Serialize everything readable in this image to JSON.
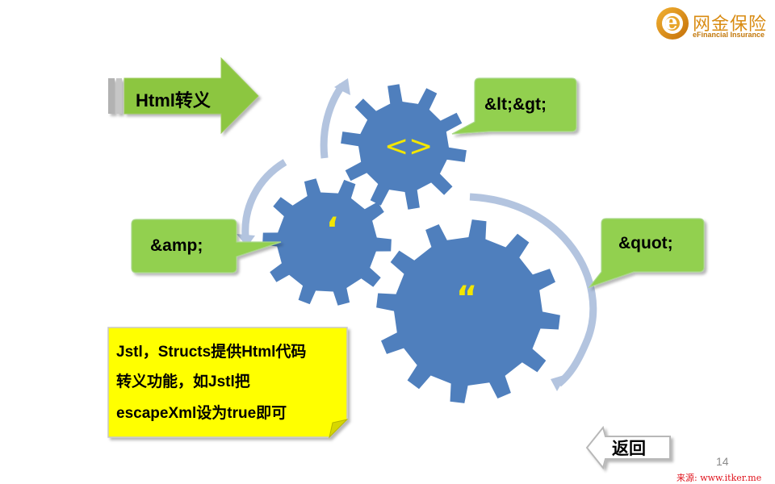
{
  "brand": {
    "name": "网金保险",
    "tagline": "eFinancial Insurance",
    "logo_letter": "e"
  },
  "title_arrow": {
    "label": "Html转义"
  },
  "callouts": {
    "lt_gt": "&lt;&gt;",
    "amp": "&amp;",
    "quot": "&quot;"
  },
  "gears": {
    "top_symbol": "<>",
    "left_symbol": "‘",
    "big_symbol": "“"
  },
  "note": {
    "lines": [
      "Jstl，Structs提供Html代码",
      "转义功能，如Jstl把",
      "escapeXml设为true即可"
    ]
  },
  "nav": {
    "back_label": "返回"
  },
  "page_number": "14",
  "source_label": "来源: www.itker.me",
  "colors": {
    "gear": "#4f7fbd",
    "callout_fill": "#92d050",
    "note_fill": "#ffff00",
    "cycle_arrow": "#b3c4df",
    "brand_orange": "#e0960f"
  }
}
